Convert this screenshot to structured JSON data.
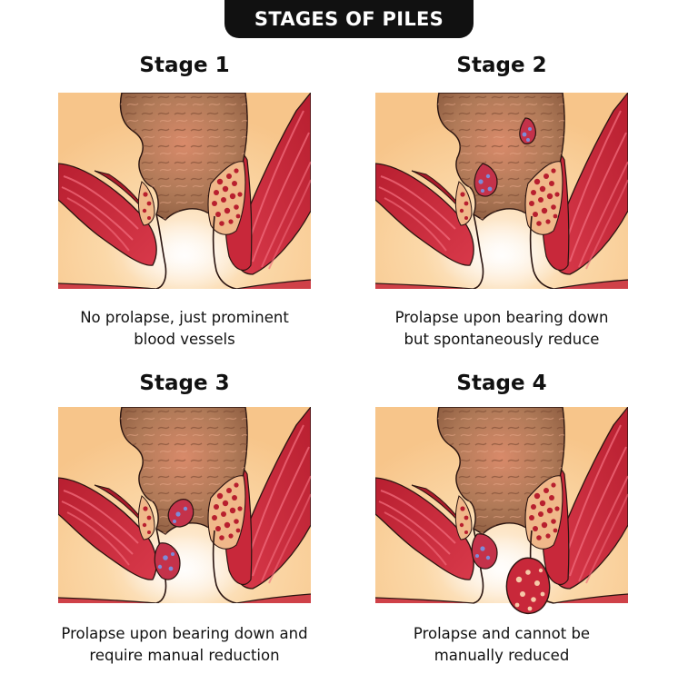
{
  "title": "STAGES OF PILES",
  "stages": [
    {
      "heading": "Stage 1",
      "description_line1": "No prolapse, just prominent",
      "description_line2": "blood vessels"
    },
    {
      "heading": "Stage 2",
      "description_line1": "Prolapse upon bearing down",
      "description_line2": "but spontaneously reduce"
    },
    {
      "heading": "Stage 3",
      "description_line1": "Prolapse upon bearing down and",
      "description_line2": "require manual reduction"
    },
    {
      "heading": "Stage 4",
      "description_line1": "Prolapse and cannot be",
      "description_line2": "manually reduced"
    }
  ],
  "colors": {
    "background": "#fbd8a8",
    "muscle": "#c8283a",
    "muscle_stripe": "#e5485a",
    "rectum_wall": "#9b6a4c",
    "outline": "#2a1410",
    "vessel": "#b81f2e",
    "hemorrhoid": "#c4324a",
    "hemorrhoid_spot": "#7d8bd8"
  }
}
